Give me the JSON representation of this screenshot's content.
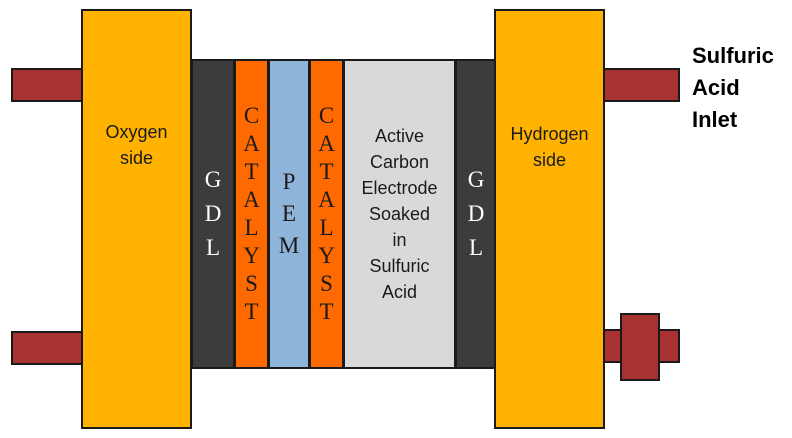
{
  "left_plate": {
    "label": "Oxygen\nside"
  },
  "right_plate": {
    "label": "Hydrogen\nside"
  },
  "gdl_left": {
    "letters": [
      "G",
      "D",
      "L"
    ]
  },
  "catalyst_left": {
    "letters": [
      "C",
      "A",
      "T",
      "A",
      "L",
      "Y",
      "S",
      "T"
    ]
  },
  "pem": {
    "letters": [
      "P",
      "E",
      "M"
    ]
  },
  "catalyst_right": {
    "letters": [
      "C",
      "A",
      "T",
      "A",
      "L",
      "Y",
      "S",
      "T"
    ]
  },
  "electrode": {
    "label": "Active\nCarbon\nElectrode\nSoaked\nin\nSulfuric\nAcid"
  },
  "gdl_right": {
    "letters": [
      "G",
      "D",
      "L"
    ]
  },
  "inlet": {
    "label": "Sulfuric\nAcid\nInlet"
  },
  "colors": {
    "plate": "#FFB300",
    "gdl": "#3C3C3C",
    "catalyst": "#FF6A00",
    "pem": "#8FB4D9",
    "electrode": "#D9D9D9",
    "pipe": "#A83232"
  }
}
